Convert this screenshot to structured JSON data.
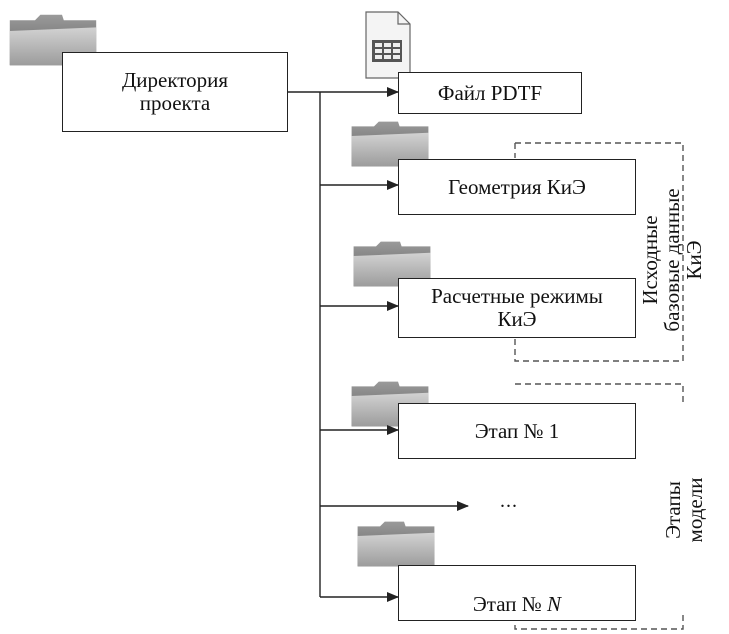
{
  "root": {
    "label": "Директория\nпроекта"
  },
  "items": [
    {
      "id": "pdtf",
      "label": "Файл PDTF",
      "icon": "document-icon"
    },
    {
      "id": "geom",
      "label": "Геометрия КиЭ",
      "icon": "folder-icon"
    },
    {
      "id": "modes",
      "label": "Расчетные режимы\nКиЭ",
      "icon": "folder-icon"
    },
    {
      "id": "stage1",
      "label": "Этап № 1",
      "icon": "folder-icon"
    },
    {
      "id": "ellipsis",
      "label": "..."
    },
    {
      "id": "stageN",
      "label_prefix": "Этап № ",
      "label_italic": "N",
      "icon": "folder-icon"
    }
  ],
  "groups": {
    "source": {
      "label": "Исходные\nбазовые данные\nКиЭ"
    },
    "stages": {
      "label": "Этапы\nмодели"
    }
  },
  "colors": {
    "line": "#222222",
    "dash": "#555555",
    "folder_dark": "#7a7a7a",
    "folder_light": "#b9b9b9"
  }
}
